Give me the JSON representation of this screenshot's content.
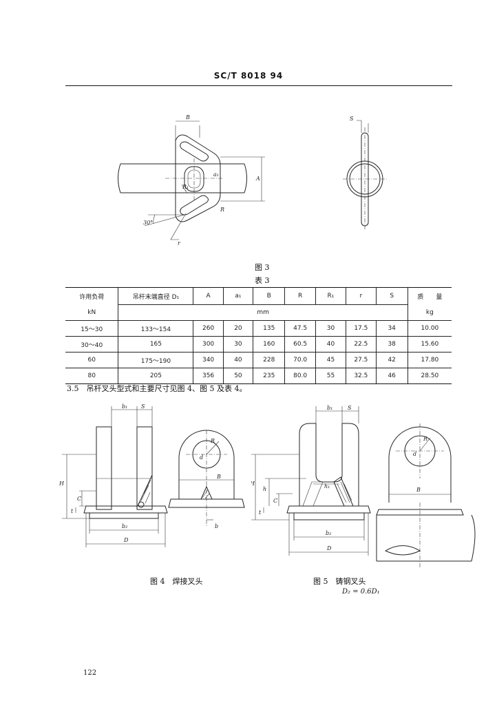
{
  "header": "SC/T 8018  94",
  "fig3": {
    "caption": "图 3",
    "labels": {
      "B": "B",
      "a1": "a₁",
      "R1": "R₁",
      "A": "A",
      "angle": "30°",
      "r": "r",
      "S": "S",
      "R": "R"
    }
  },
  "table3": {
    "title": "表 3",
    "headers": {
      "load": "许用负荷",
      "load_unit": "kN",
      "diam": "吊杆末端直径 D₁",
      "A": "A",
      "a1": "a₁",
      "B": "B",
      "R": "R",
      "R1": "R₁",
      "r": "r",
      "S": "S",
      "mass": "质　　量",
      "mass_unit": "kg",
      "mm": "mm"
    },
    "rows": [
      {
        "load": "15～30",
        "diam": "133～154",
        "A": "260",
        "a1": "20",
        "B": "135",
        "R": "47.5",
        "R1": "30",
        "r": "17.5",
        "S": "34",
        "mass": "10.00"
      },
      {
        "load": "30～40",
        "diam": "165",
        "A": "300",
        "a1": "30",
        "B": "160",
        "R": "60.5",
        "R1": "40",
        "r": "22.5",
        "S": "38",
        "mass": "15.60"
      },
      {
        "load": "60",
        "diam": "175～190",
        "A": "340",
        "a1": "40",
        "B": "228",
        "R": "70.0",
        "R1": "45",
        "r": "27.5",
        "S": "42",
        "mass": "17.80"
      },
      {
        "load": "80",
        "diam": "205",
        "A": "356",
        "a1": "50",
        "B": "235",
        "R": "80.0",
        "R1": "55",
        "r": "32.5",
        "S": "46",
        "mass": "28.50"
      }
    ]
  },
  "clause": "3.5　吊杆叉头型式和主要尺寸见图 4、图 5 及表 4。",
  "fig4": {
    "caption": "图 4　焊接叉头",
    "labels": {
      "b1": "b₁",
      "S": "S",
      "H": "H",
      "C": "C",
      "t": "t",
      "b2": "b₂",
      "D": "D",
      "R": "R",
      "d": "d",
      "B": "B",
      "b": "b"
    }
  },
  "fig5": {
    "caption": "图 5　铸钢叉头",
    "note": "D₂ = 0.6D₁",
    "labels": {
      "b1": "b₁",
      "S": "S",
      "H": "H",
      "h": "h",
      "C": "C",
      "t": "t",
      "h1": "h₁",
      "b2": "b₂",
      "D": "D",
      "R": "R",
      "d": "d",
      "B": "B"
    }
  },
  "page_number": "122"
}
